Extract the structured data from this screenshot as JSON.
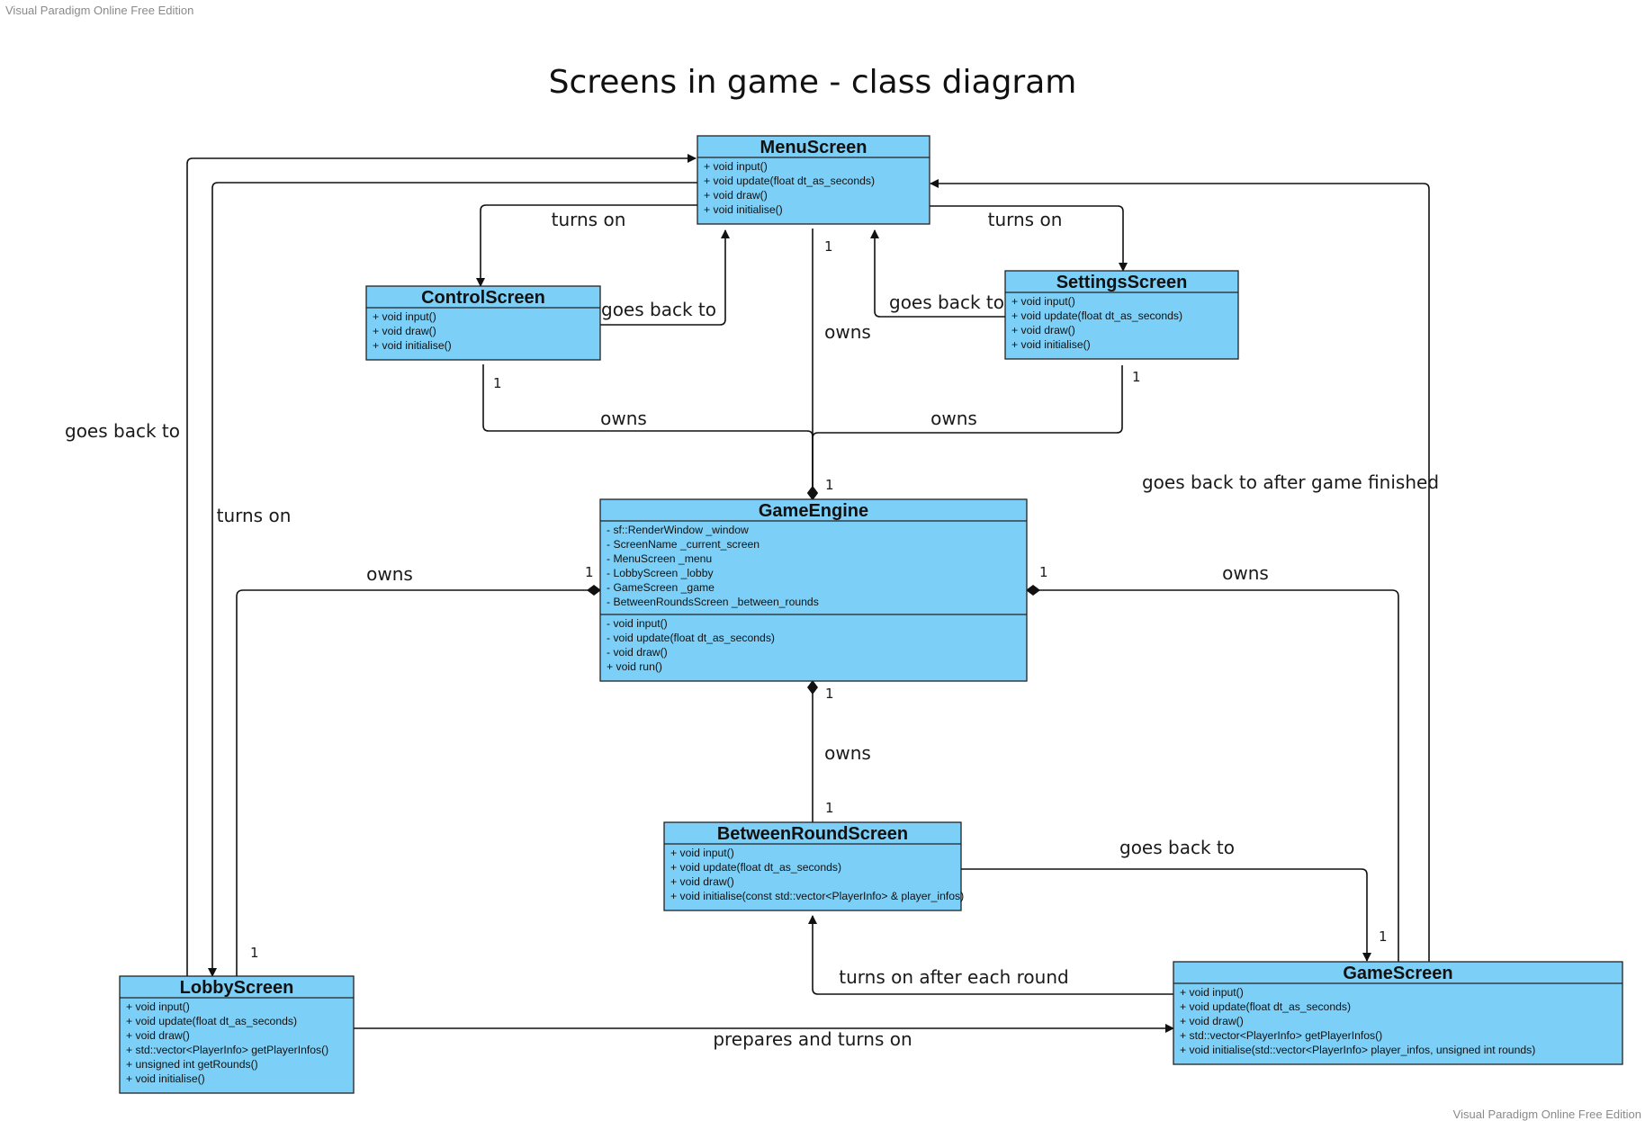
{
  "watermark": "Visual Paradigm Online Free Edition",
  "title": "Screens in game - class diagram",
  "colors": {
    "class_fill": "#7ccff6",
    "line": "#111111",
    "background": "#ffffff"
  },
  "classes": {
    "menu": {
      "name": "MenuScreen",
      "attributes": [],
      "operations": [
        "+ void input()",
        "+ void update(float dt_as_seconds)",
        "+ void draw()",
        "+ void initialise()"
      ]
    },
    "control": {
      "name": "ControlScreen",
      "attributes": [],
      "operations": [
        "+ void input()",
        "+ void draw()",
        "+ void initialise()"
      ]
    },
    "settings": {
      "name": "SettingsScreen",
      "attributes": [],
      "operations": [
        "+ void input()",
        "+ void update(float dt_as_seconds)",
        "+ void draw()",
        "+ void initialise()"
      ]
    },
    "engine": {
      "name": "GameEngine",
      "attributes": [
        "- sf::RenderWindow _window",
        "- ScreenName _current_screen",
        "- MenuScreen _menu",
        "- LobbyScreen _lobby",
        "- GameScreen _game",
        "- BetweenRoundsScreen _between_rounds"
      ],
      "operations": [
        "- void input()",
        "- void update(float dt_as_seconds)",
        "- void draw()",
        "+ void run()"
      ]
    },
    "between": {
      "name": "BetweenRoundScreen",
      "attributes": [],
      "operations": [
        "+ void input()",
        "+ void update(float dt_as_seconds)",
        "+ void draw()",
        "+ void initialise(const std::vector<PlayerInfo> & player_infos)"
      ]
    },
    "lobby": {
      "name": "LobbyScreen",
      "attributes": [],
      "operations": [
        "+ void input()",
        "+ void update(float dt_as_seconds)",
        "+ void draw()",
        "+ std::vector<PlayerInfo> getPlayerInfos()",
        "+ unsigned int getRounds()",
        "+ void initialise()"
      ]
    },
    "game": {
      "name": "GameScreen",
      "attributes": [],
      "operations": [
        "+ void input()",
        "+ void update(float dt_as_seconds)",
        "+ void draw()",
        "+ std::vector<PlayerInfo> getPlayerInfos()",
        "+ void initialise(std::vector<PlayerInfo> player_infos, unsigned int rounds)"
      ]
    }
  },
  "relations": {
    "menu_turns_on_control": "turns on",
    "menu_turns_on_settings": "turns on",
    "control_goes_back": "goes back to",
    "settings_goes_back": "goes back to",
    "menu_owns": "owns",
    "control_owns": "owns",
    "settings_owns": "owns",
    "lobby_goes_back": "goes back to",
    "menu_turns_on_lobby": "turns on",
    "lobby_owns": "owns",
    "game_owns": "owns",
    "game_goes_back_after_finish": "goes back to after game finished",
    "between_owns": "owns",
    "between_goes_back": "goes back to",
    "game_turns_on_between": "turns on after each round",
    "lobby_prepares_game": "prepares and turns on"
  },
  "multiplicities": {
    "menu_end": "1",
    "control_end": "1",
    "settings_end": "1",
    "engine_top": "1",
    "engine_left": "1",
    "engine_right": "1",
    "engine_bottom": "1",
    "between_top": "1",
    "lobby_top": "1",
    "game_top": "1"
  }
}
